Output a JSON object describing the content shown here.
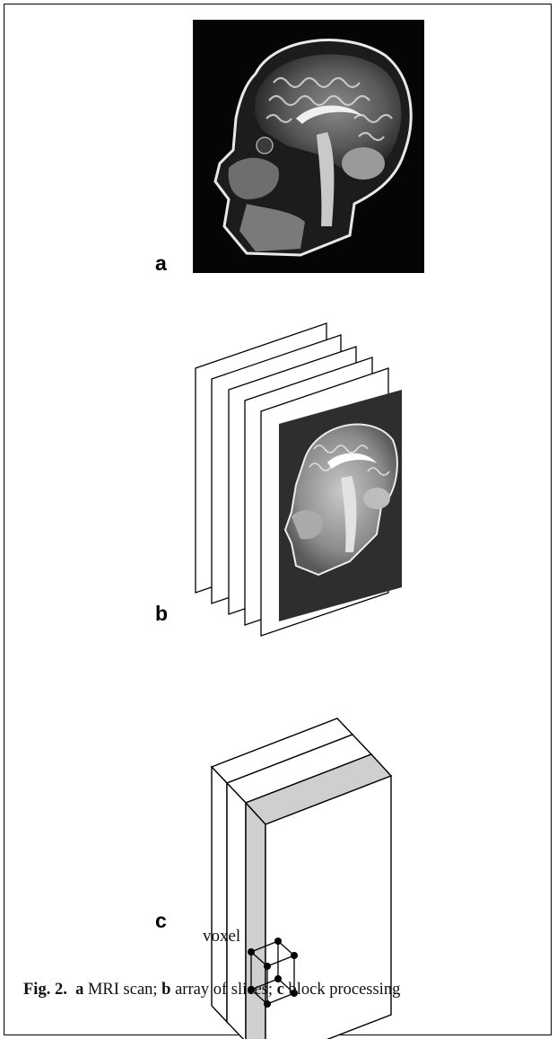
{
  "panels": {
    "a": {
      "label": "a"
    },
    "b": {
      "label": "b"
    },
    "c": {
      "label": "c",
      "voxel_label": "voxel"
    }
  },
  "caption": {
    "figure": "Fig. 2.",
    "part_a_letter": "a",
    "part_a_text": " MRI scan; ",
    "part_b_letter": "b",
    "part_b_text": " array of slices; ",
    "part_c_letter": "c",
    "part_c_text": " block processing"
  }
}
